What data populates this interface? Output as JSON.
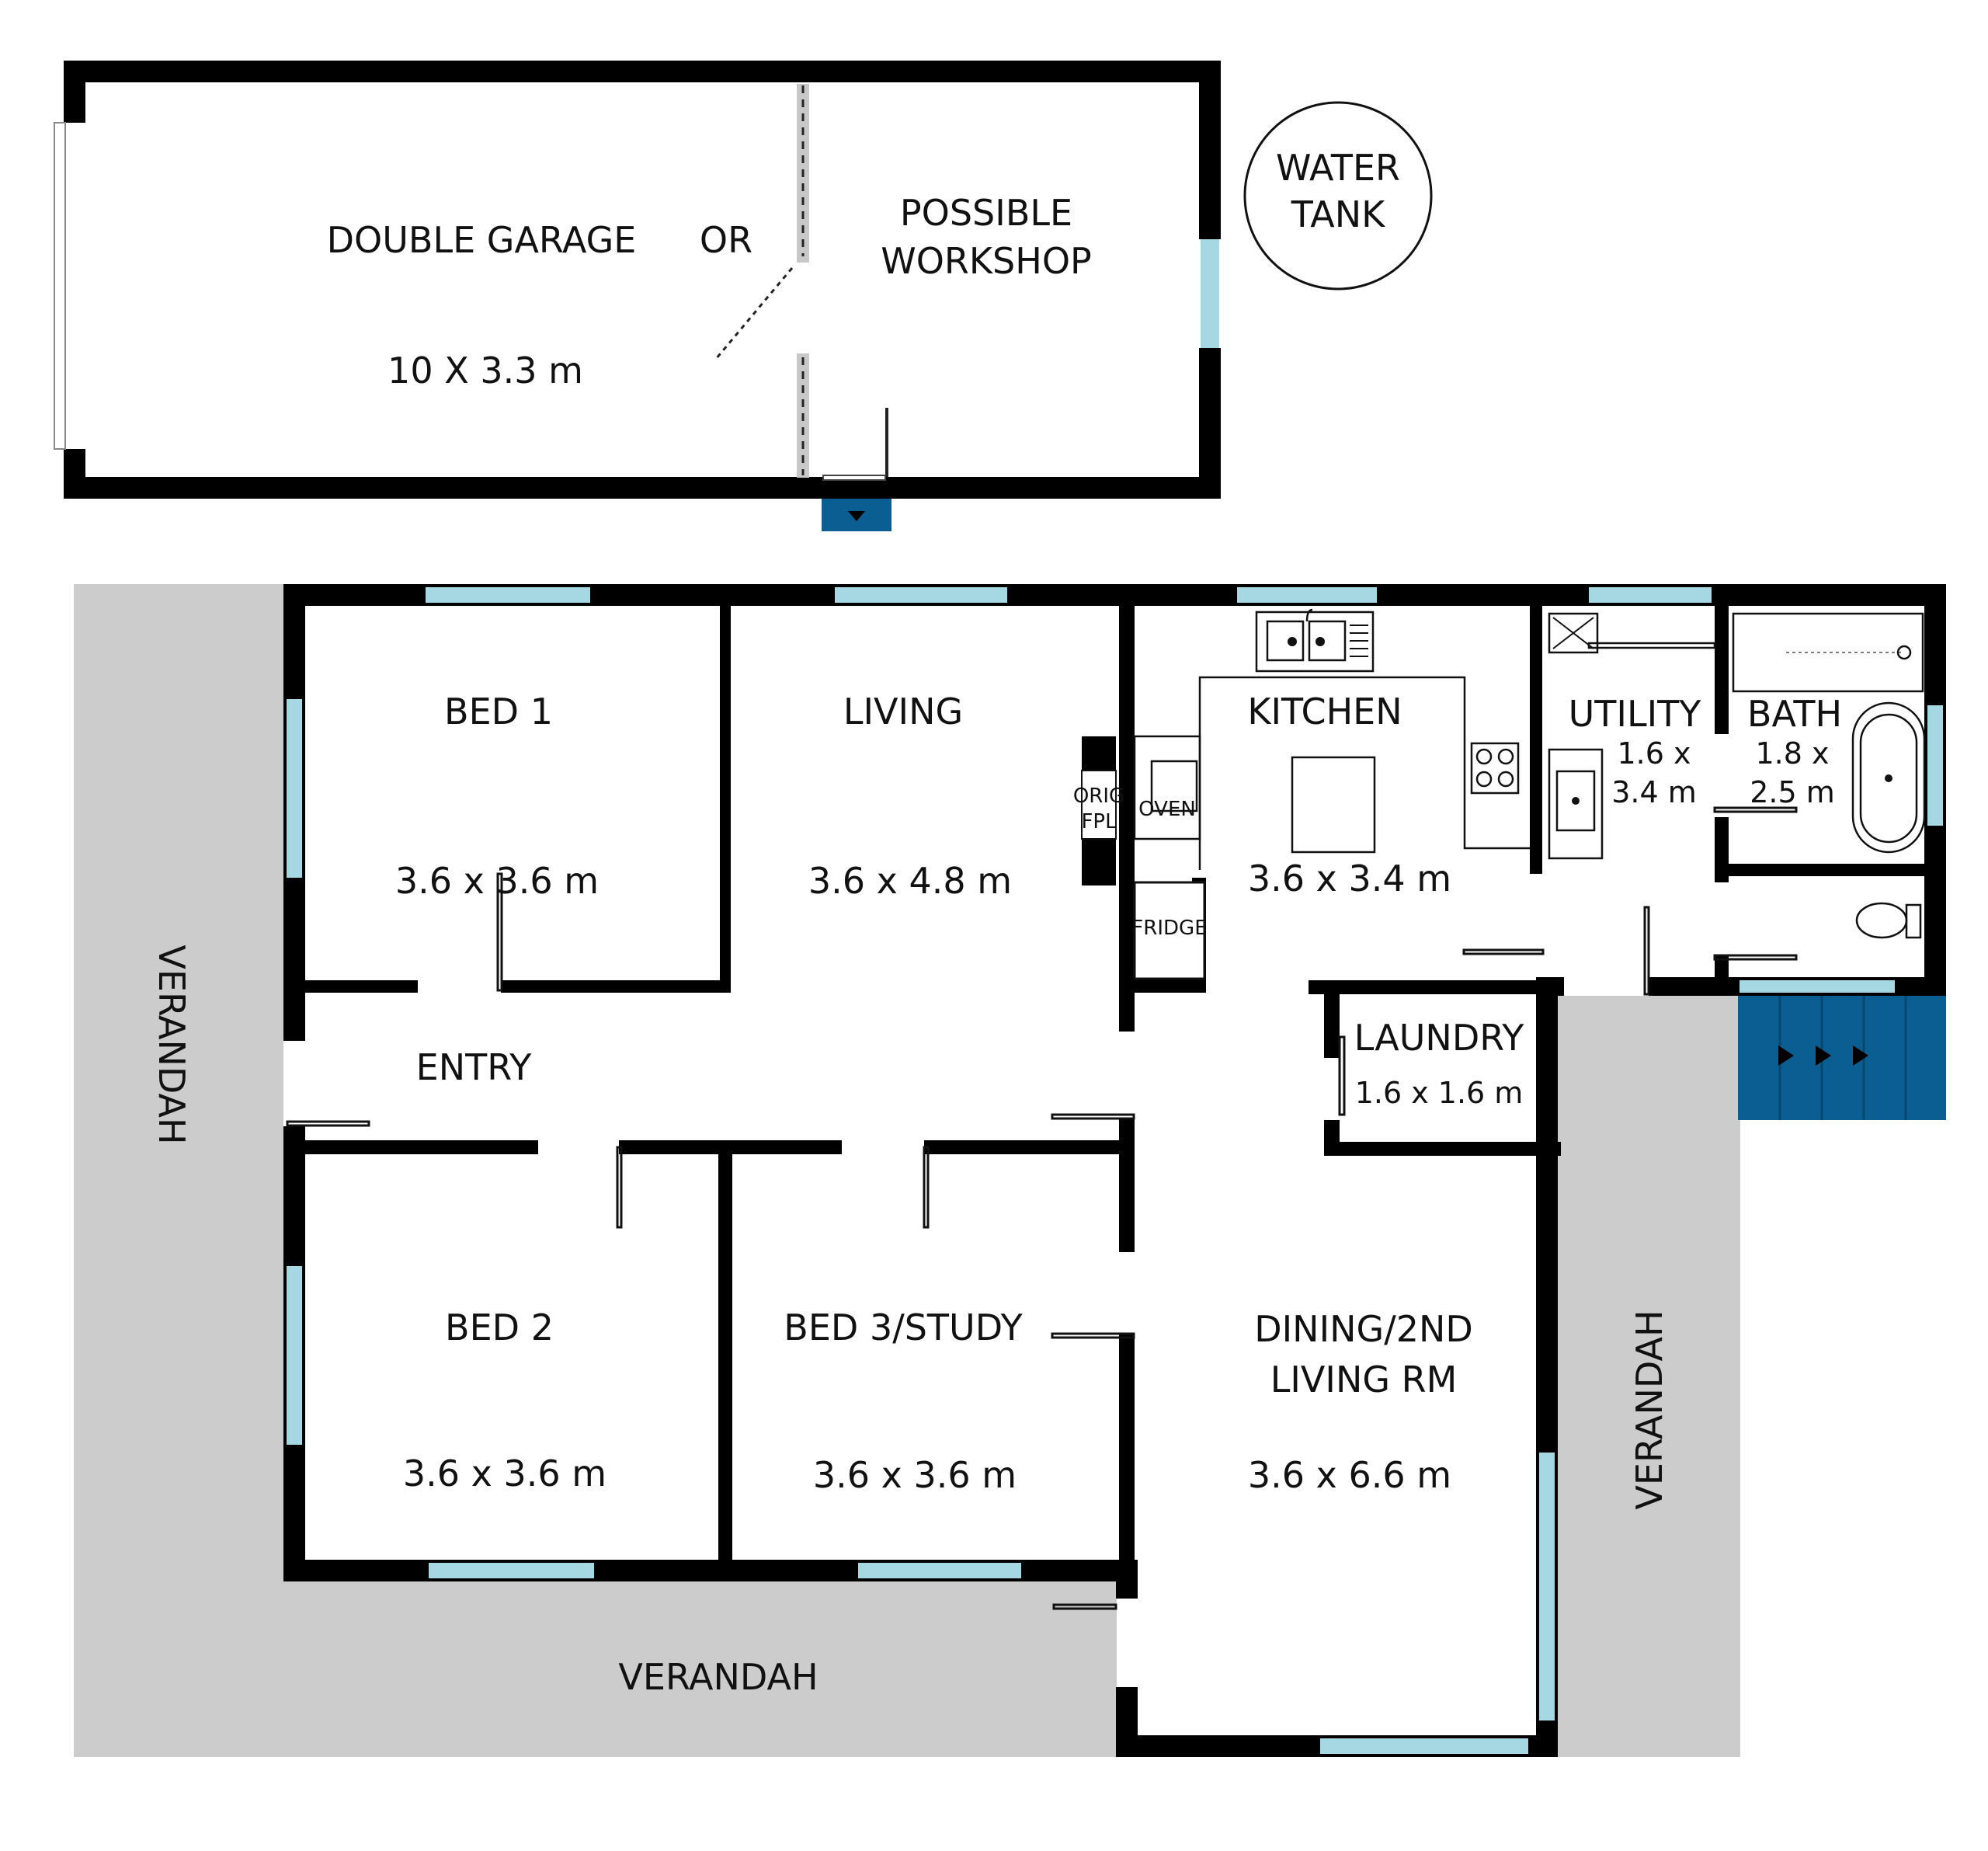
{
  "garage": {
    "title": "DOUBLE GARAGE",
    "or": "OR",
    "size": "10 X 3.3 m",
    "alt_line1": "POSSIBLE",
    "alt_line2": "WORKSHOP"
  },
  "water_tank": {
    "line1": "WATER",
    "line2": "TANK"
  },
  "rooms": {
    "bed1": {
      "name": "BED 1",
      "size": "3.6 x 3.6 m"
    },
    "living": {
      "name": "LIVING",
      "size": "3.6 x 4.8 m"
    },
    "kitchen": {
      "name": "KITCHEN",
      "size": "3.6 x 3.4 m"
    },
    "utility": {
      "name": "UTILITY",
      "size_line1": "1.6 x",
      "size_line2": "3.4 m"
    },
    "bath": {
      "name": "BATH",
      "size_line1": "1.8 x",
      "size_line2": "2.5 m"
    },
    "entry": {
      "name": "ENTRY"
    },
    "laundry": {
      "name": "LAUNDRY",
      "size": "1.6 x 1.6 m"
    },
    "bed2": {
      "name": "BED 2",
      "size": "3.6 x 3.6 m"
    },
    "bed3": {
      "name": "BED 3/STUDY",
      "size": "3.6 x 3.6 m"
    },
    "dining": {
      "name_line1": "DINING/2ND",
      "name_line2": "LIVING RM",
      "size": "3.6 x 6.6 m"
    }
  },
  "fixtures": {
    "fireplace_line1": "ORIG",
    "fireplace_line2": "FPL",
    "oven": "OVEN",
    "fridge": "FRIDGE"
  },
  "verandahs": {
    "west": "VERANDAH",
    "south": "VERANDAH",
    "east": "VERANDAH"
  },
  "colors": {
    "wall": "#000000",
    "window": "#a6d8e3",
    "verandah": "#cccccc",
    "stairs": "#0a5e92"
  }
}
